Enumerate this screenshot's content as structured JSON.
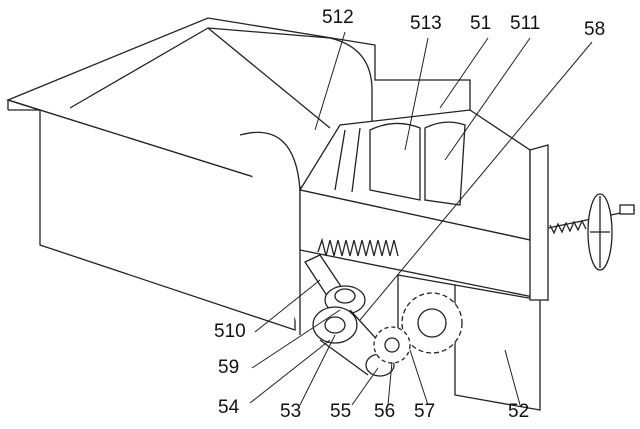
{
  "figure": {
    "labels": {
      "l512": "512",
      "l513": "513",
      "l51": "51",
      "l511": "511",
      "l58": "58",
      "l510": "510",
      "l59": "59",
      "l54": "54",
      "l53": "53",
      "l55": "55",
      "l56": "56",
      "l57": "57",
      "l52": "52"
    }
  }
}
